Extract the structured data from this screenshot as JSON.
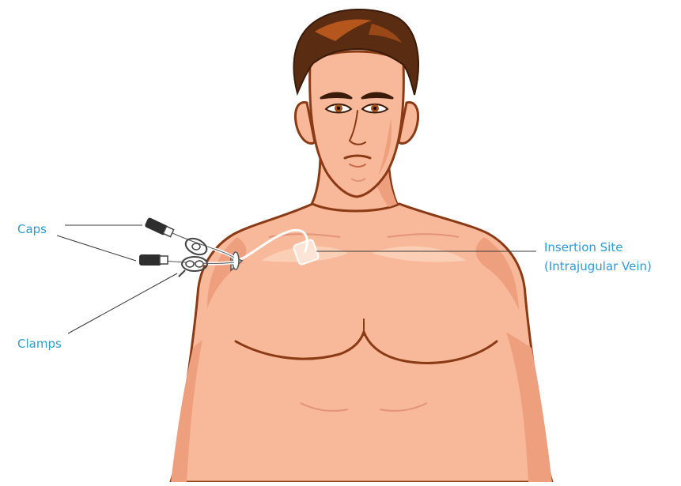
{
  "labels": {
    "caps": "Caps",
    "clamps": "Clamps",
    "insertion_site_line1": "Insertion Site",
    "insertion_site_line2": "(Intrajugular Vein)"
  },
  "colors": {
    "label_text": "#2f9ad6",
    "leader_line": "#3a3a3a",
    "skin": "#f7b99a",
    "skin_shadow": "#ee9f7e",
    "skin_highlight": "#fbcfb6",
    "outline": "#8a3a14",
    "hair": "#5a2d12",
    "hair_highlight": "#b5561c",
    "eye": "#a5501a",
    "cap": "#2e2e2e",
    "catheter": "#ffffff"
  },
  "icons": {
    "person": "male-torso-illustration",
    "catheter": "central-venous-catheter-icon"
  }
}
